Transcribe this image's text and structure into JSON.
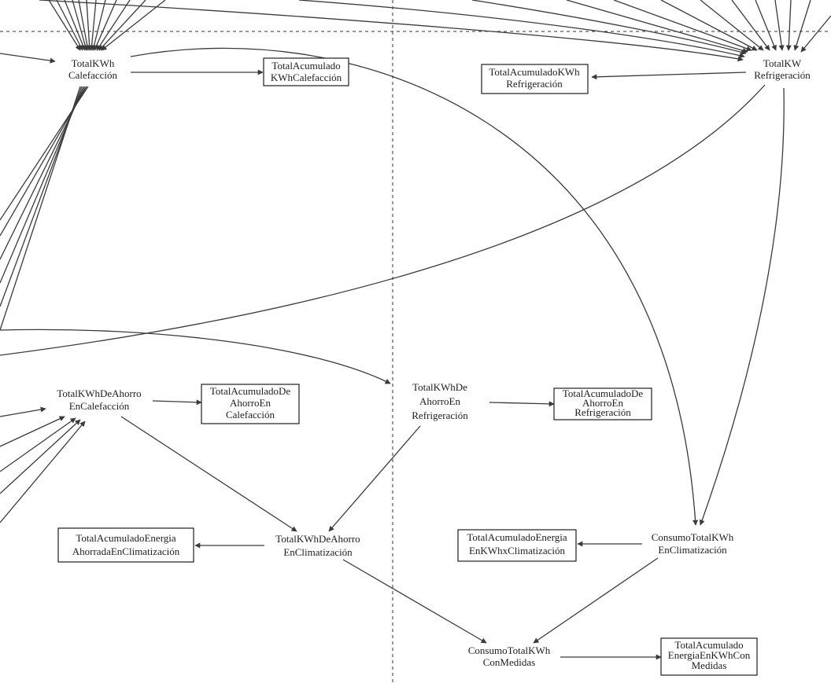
{
  "nodes": {
    "totalkwh_calefaccion": [
      "TotalKWh",
      "Calefacción"
    ],
    "totalacum_kwh_calefaccion": [
      "TotalAcumulado",
      "KWhCalefacción"
    ],
    "totalacum_kwh_refrigeracion": [
      "TotalAcumuladoKWh",
      "Refrigeración"
    ],
    "totalkw_refrigeracion": [
      "TotalKW",
      "Refrigeración"
    ],
    "ahorro_calefaccion": [
      "TotalKWhDeAhorro",
      "EnCalefacción"
    ],
    "acum_ahorro_calefaccion": [
      "TotalAcumuladoDe",
      "AhorroEn",
      "Calefacción"
    ],
    "ahorro_refrigeracion": [
      "TotalKWhDe",
      "AhorroEn",
      "Refrigeración"
    ],
    "acum_ahorro_refrigeracion": [
      "TotalAcumuladoDe",
      "AhorroEn",
      "Refrigeración"
    ],
    "acum_energia_ahorrada": [
      "TotalAcumuladoEnergia",
      "AhorradaEnClimatización"
    ],
    "ahorro_climatizacion": [
      "TotalKWhDeAhorro",
      "EnClimatización"
    ],
    "acum_energia_kwhx": [
      "TotalAcumuladoEnergia",
      "EnKWhxClimatización"
    ],
    "consumo_climatizacion": [
      "ConsumoTotalKWh",
      "EnClimatización"
    ],
    "consumo_medidas": [
      "ConsumoTotalKWh",
      "ConMedidas"
    ],
    "acum_energia_medidas": [
      "TotalAcumulado",
      "EnergiaEnKWhCon",
      "Medidas"
    ]
  }
}
